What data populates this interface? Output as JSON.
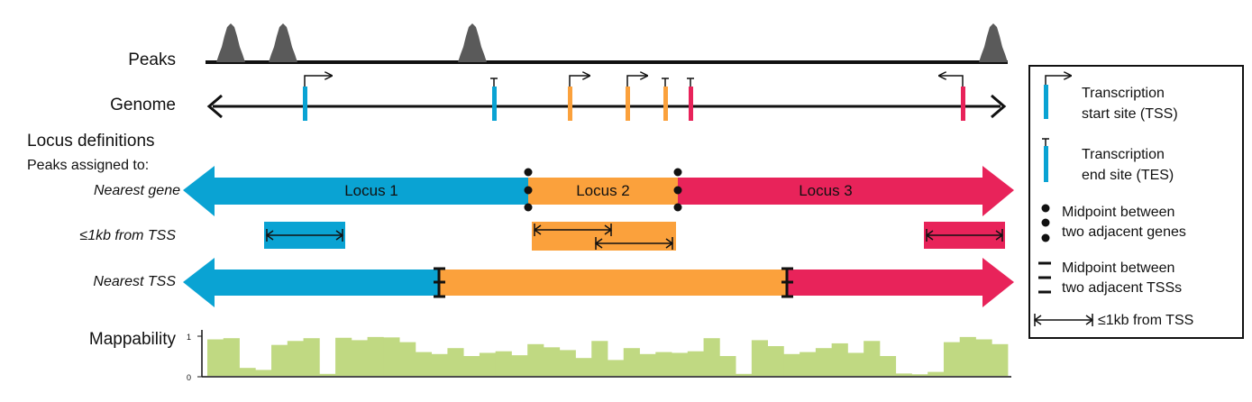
{
  "labels": {
    "peaks": "Peaks",
    "genome": "Genome",
    "locus_definitions": "Locus definitions",
    "peaks_assigned_to": "Peaks assigned to:",
    "nearest_gene": "Nearest gene",
    "within_1kb": "≤1kb from TSS",
    "nearest_tss": "Nearest TSS",
    "mappability": "Mappability",
    "tick_1": "1",
    "tick_0": "0"
  },
  "loci": {
    "locus1": "Locus 1",
    "locus2": "Locus 2",
    "locus3": "Locus 3"
  },
  "legend": {
    "tss_line1": "Transcription",
    "tss_line2": "start site (TSS)",
    "tes_line1": "Transcription",
    "tes_line2": "end site (TES)",
    "midgene_line1": "Midpoint between",
    "midgene_line2": "two adjacent genes",
    "midtss_line1": "Midpoint between",
    "midtss_line2": "two adjacent TSSs",
    "kb_label": "≤1kb from TSS"
  },
  "colors": {
    "blue": "#0aa3d3",
    "orange": "#fba13c",
    "red": "#e8235a",
    "peak": "#5a5a5a",
    "mappability": "#c0d982"
  },
  "mappability": [
    0.92,
    0.95,
    0.2,
    0.15,
    0.78,
    0.88,
    0.95,
    0.05,
    0.96,
    0.9,
    0.98,
    0.97,
    0.85,
    0.6,
    0.55,
    0.7,
    0.5,
    0.58,
    0.62,
    0.52,
    0.8,
    0.72,
    0.65,
    0.45,
    0.88,
    0.4,
    0.7,
    0.55,
    0.6,
    0.58,
    0.62,
    0.95,
    0.5,
    0.05,
    0.9,
    0.75,
    0.55,
    0.6,
    0.7,
    0.82,
    0.58,
    0.88,
    0.5,
    0.06,
    0.04,
    0.1,
    0.85,
    0.98,
    0.92,
    0.8
  ]
}
